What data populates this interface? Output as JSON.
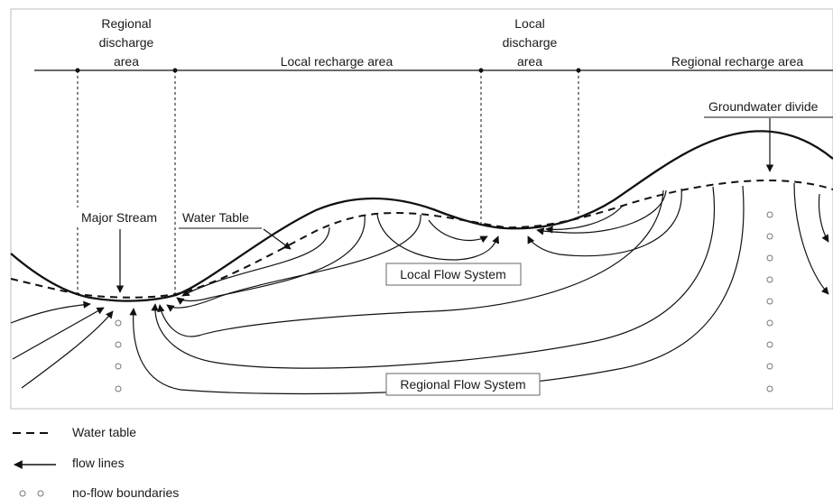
{
  "zones": {
    "regional_discharge": [
      "Regional",
      "discharge",
      "area"
    ],
    "local_recharge": "Local recharge area",
    "local_discharge": [
      "Local",
      "discharge",
      "area"
    ],
    "regional_recharge": "Regional recharge area"
  },
  "callouts": {
    "groundwater_divide": "Groundwater divide",
    "major_stream": "Major Stream",
    "water_table": "Water Table"
  },
  "flow_systems": {
    "local": "Local Flow System",
    "regional": "Regional Flow System"
  },
  "legend": [
    {
      "symbol": "dashed-line",
      "label": "Water table"
    },
    {
      "symbol": "arrow",
      "label": "flow lines"
    },
    {
      "symbol": "circles",
      "label": "no-flow boundaries"
    }
  ]
}
